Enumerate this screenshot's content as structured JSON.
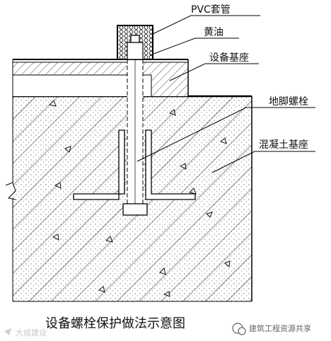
{
  "labels": {
    "pvc_sleeve": "PVC套管",
    "butter": "黄油",
    "equipment_base": "设备基座",
    "anchor_bolt": "地脚螺栓",
    "concrete_foundation": "混凝土基座"
  },
  "caption": "设备螺栓保护做法示意图",
  "watermark_left": "大成建设",
  "watermark_right": "建筑工程资源共享"
}
